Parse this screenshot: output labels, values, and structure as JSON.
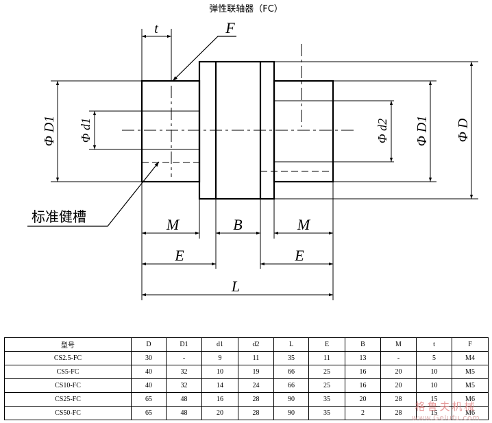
{
  "title": "弹性联轴器（FC）",
  "drawing": {
    "labels": {
      "t": "t",
      "F": "F",
      "D1_left": "Φ D1",
      "d1": "Φ d1",
      "d2": "Φ d2",
      "D1_right": "Φ D1",
      "D": "Φ D",
      "keyway": "标准健槽",
      "M_left": "M",
      "B": "B",
      "M_right": "M",
      "E_left": "E",
      "E_right": "E",
      "L": "L"
    }
  },
  "table": {
    "headers": [
      "型号",
      "D",
      "D1",
      "d1",
      "d2",
      "L",
      "E",
      "B",
      "M",
      "t",
      "F"
    ],
    "rows": [
      [
        "CS2.5-FC",
        "30",
        "-",
        "9",
        "11",
        "35",
        "11",
        "13",
        "-",
        "5",
        "M4"
      ],
      [
        "CS5-FC",
        "40",
        "32",
        "10",
        "19",
        "66",
        "25",
        "16",
        "20",
        "10",
        "M5"
      ],
      [
        "CS10-FC",
        "40",
        "32",
        "14",
        "24",
        "66",
        "25",
        "16",
        "20",
        "10",
        "M5"
      ],
      [
        "CS25-FC",
        "65",
        "48",
        "16",
        "28",
        "90",
        "35",
        "20",
        "28",
        "15",
        "M6"
      ],
      [
        "CS50-FC",
        "65",
        "48",
        "20",
        "28",
        "90",
        "35",
        "2",
        "28",
        "15",
        "M6"
      ]
    ]
  },
  "watermark": {
    "text": "格鲁夫机械",
    "url": "www.Gelufu.com"
  }
}
